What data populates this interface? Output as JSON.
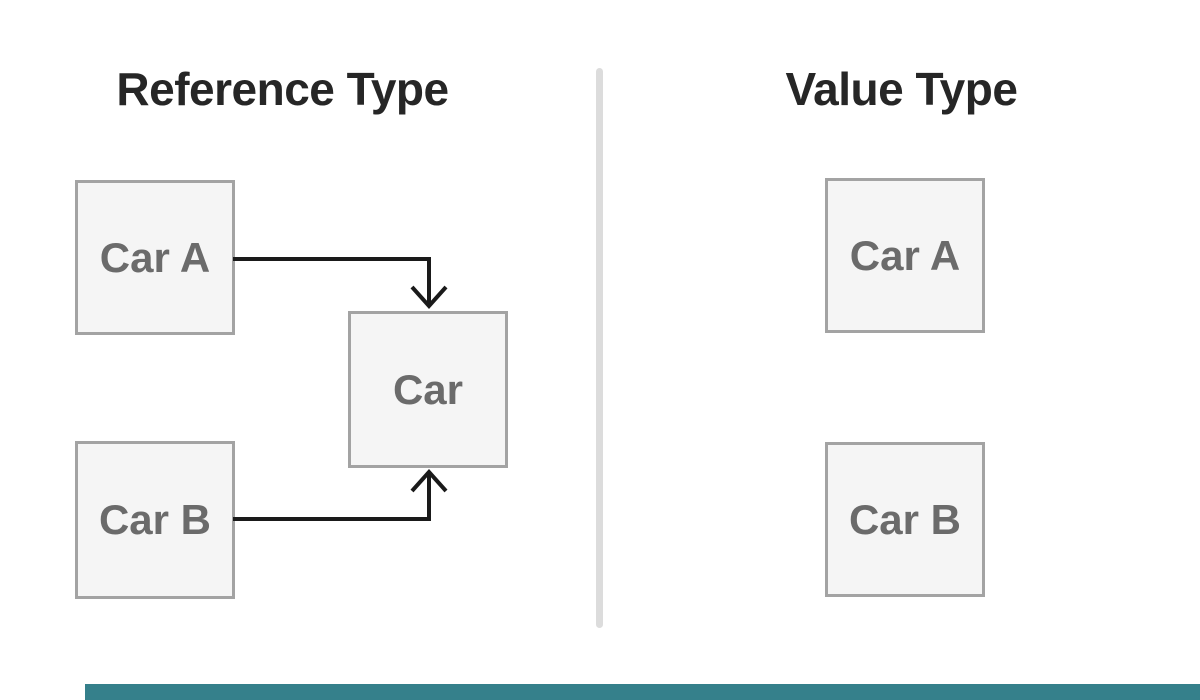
{
  "colors": {
    "heading": "#262626",
    "box-fill": "#f5f5f5",
    "box-border": "#a3a3a3",
    "box-text": "#6b6b6b",
    "arrow": "#1a1a1a",
    "divider": "#dcdcdc",
    "accent-bar": "#35808B"
  },
  "left": {
    "title": "Reference Type",
    "nodes": {
      "carA": {
        "label": "Car A"
      },
      "carB": {
        "label": "Car B"
      },
      "car": {
        "label": "Car"
      }
    },
    "edges": [
      {
        "from": "Car A",
        "to": "Car"
      },
      {
        "from": "Car B",
        "to": "Car"
      }
    ]
  },
  "right": {
    "title": "Value Type",
    "nodes": {
      "carA": {
        "label": "Car A"
      },
      "carB": {
        "label": "Car B"
      }
    },
    "edges": []
  }
}
